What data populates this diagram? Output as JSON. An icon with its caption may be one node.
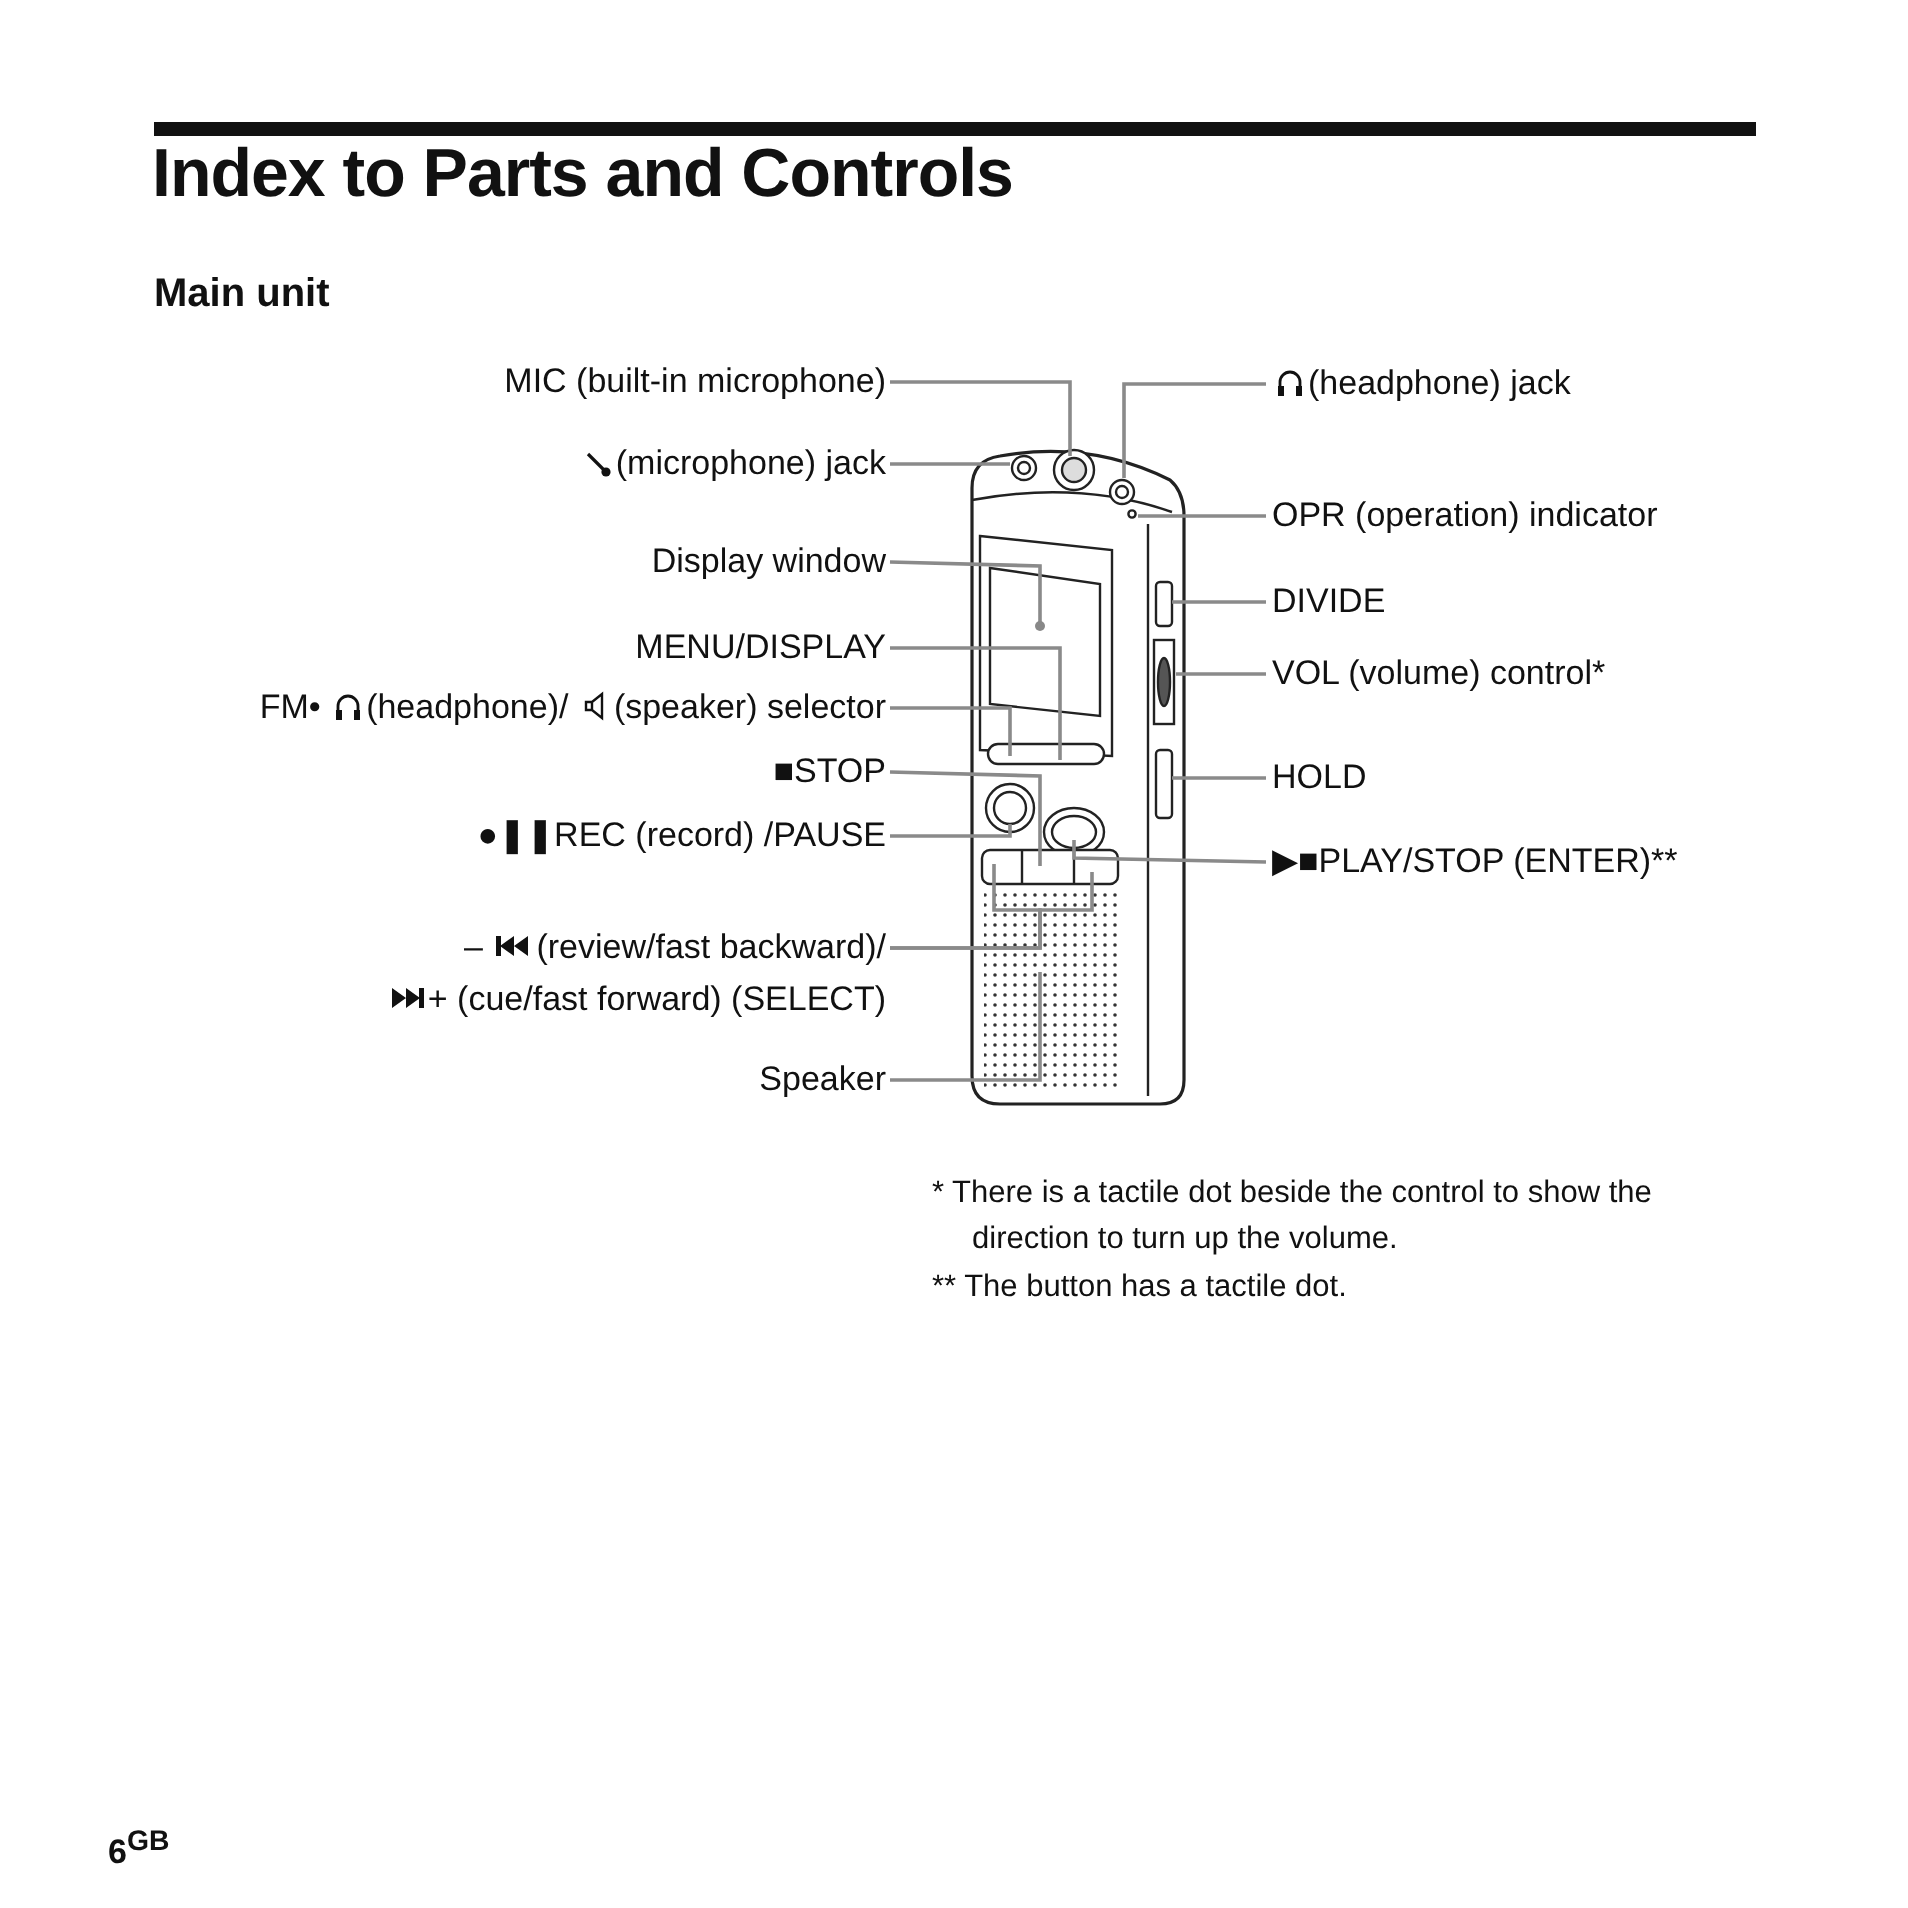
{
  "diagram": {
    "title": "Index to Parts and Controls",
    "nodes": [
      {
        "text": [
          "MIC (built-in microphone)"
        ]
      },
      {
        "text": [
          "(headphone) jack"
        ]
      },
      {
        "text": [
          "(microphone) jack"
        ]
      },
      {
        "text": [
          "OPR (operation) indicator"
        ]
      },
      {
        "text": [
          "Display window"
        ]
      },
      {
        "text": [
          "DIVIDE"
        ]
      },
      {
        "text": [
          "MENU/DISPLAY"
        ]
      },
      {
        "text": [
          "VOL (volume) control*"
        ]
      },
      {
        "text": [
          "FM•",
          "(headphone)/",
          "(speaker) selector"
        ]
      },
      {
        "text": [
          "■STOP"
        ]
      },
      {
        "text": [
          "HOLD"
        ]
      },
      {
        "text": [
          "●❚❚REC (record) /PAUSE"
        ]
      },
      {
        "text": [
          "▶■PLAY/STOP (ENTER)**"
        ]
      },
      {
        "text": [
          "–",
          "(review/fast backward)/",
          "+ (cue/fast forward) (SELECT)"
        ]
      },
      {
        "text": [
          "Speaker"
        ]
      }
    ],
    "edges": [
      {
        "from": 0,
        "to": null,
        "arrow": "none"
      },
      {
        "from": 1,
        "to": null,
        "arrow": "none"
      },
      {
        "from": 2,
        "to": null,
        "arrow": "none"
      },
      {
        "from": 3,
        "to": null,
        "arrow": "none"
      },
      {
        "from": 4,
        "to": null,
        "arrow": "other"
      },
      {
        "from": 5,
        "to": null,
        "arrow": "none"
      },
      {
        "from": 6,
        "to": null,
        "arrow": "none"
      },
      {
        "from": 7,
        "to": null,
        "arrow": "none"
      },
      {
        "from": 8,
        "to": null,
        "arrow": "none"
      },
      {
        "from": 9,
        "to": null,
        "arrow": "none"
      },
      {
        "from": 10,
        "to": null,
        "arrow": "none"
      },
      {
        "from": 11,
        "to": null,
        "arrow": "none"
      },
      {
        "from": 12,
        "to": null,
        "arrow": "none"
      },
      {
        "from": 13,
        "to": null,
        "arrow": "none"
      },
      {
        "from": 13,
        "to": null,
        "arrow": "none"
      },
      {
        "from": 14,
        "to": null,
        "arrow": "none"
      }
    ],
    "labels": [
      "Main unit",
      "* There is a tactile dot beside the control to show the direction to turn up the volume.",
      "** The button has a tactile dot.",
      "6$^{GB}$"
    ]
  }
}
